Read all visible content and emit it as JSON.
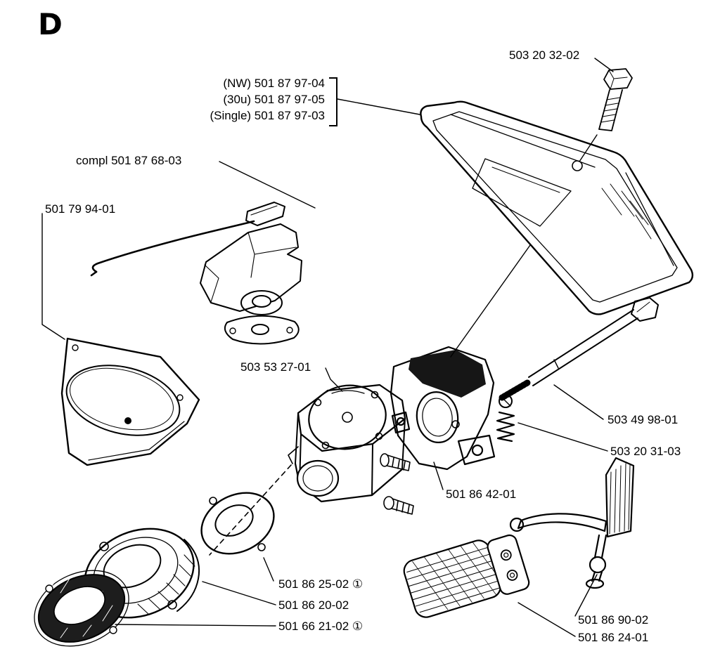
{
  "page": {
    "section_letter": "D",
    "background_color": "#ffffff",
    "ink_color": "#000000"
  },
  "callouts": {
    "cover_screw": {
      "text": "503 20 32-02"
    },
    "cover_variants": {
      "lines": [
        "(NW) 501 87 97-04",
        "(30u) 501 87 97-05",
        "(Single) 501 87 97-03"
      ]
    },
    "throttle_control_compl": {
      "text": "compl 501 87 68-03"
    },
    "baffle_plate": {
      "text": "501 79 94-01"
    },
    "carburetor": {
      "text": "503 53 27-01"
    },
    "carburetor_bolt": {
      "text": "503 49 98-01"
    },
    "idle_screw_spring": {
      "text": "503 20 31-03"
    },
    "inlet_manifold": {
      "text": "501 86 42-01"
    },
    "carburetor_gasket": {
      "text": "501 86 25-02 ①"
    },
    "inlet_spacer": {
      "text": "501 86 20-02"
    },
    "spacer_gasket": {
      "text": "501 66 21-02 ①"
    },
    "choke_control": {
      "text": "501 86 90-02"
    },
    "air_filter": {
      "text": "501 86 24-01"
    }
  }
}
